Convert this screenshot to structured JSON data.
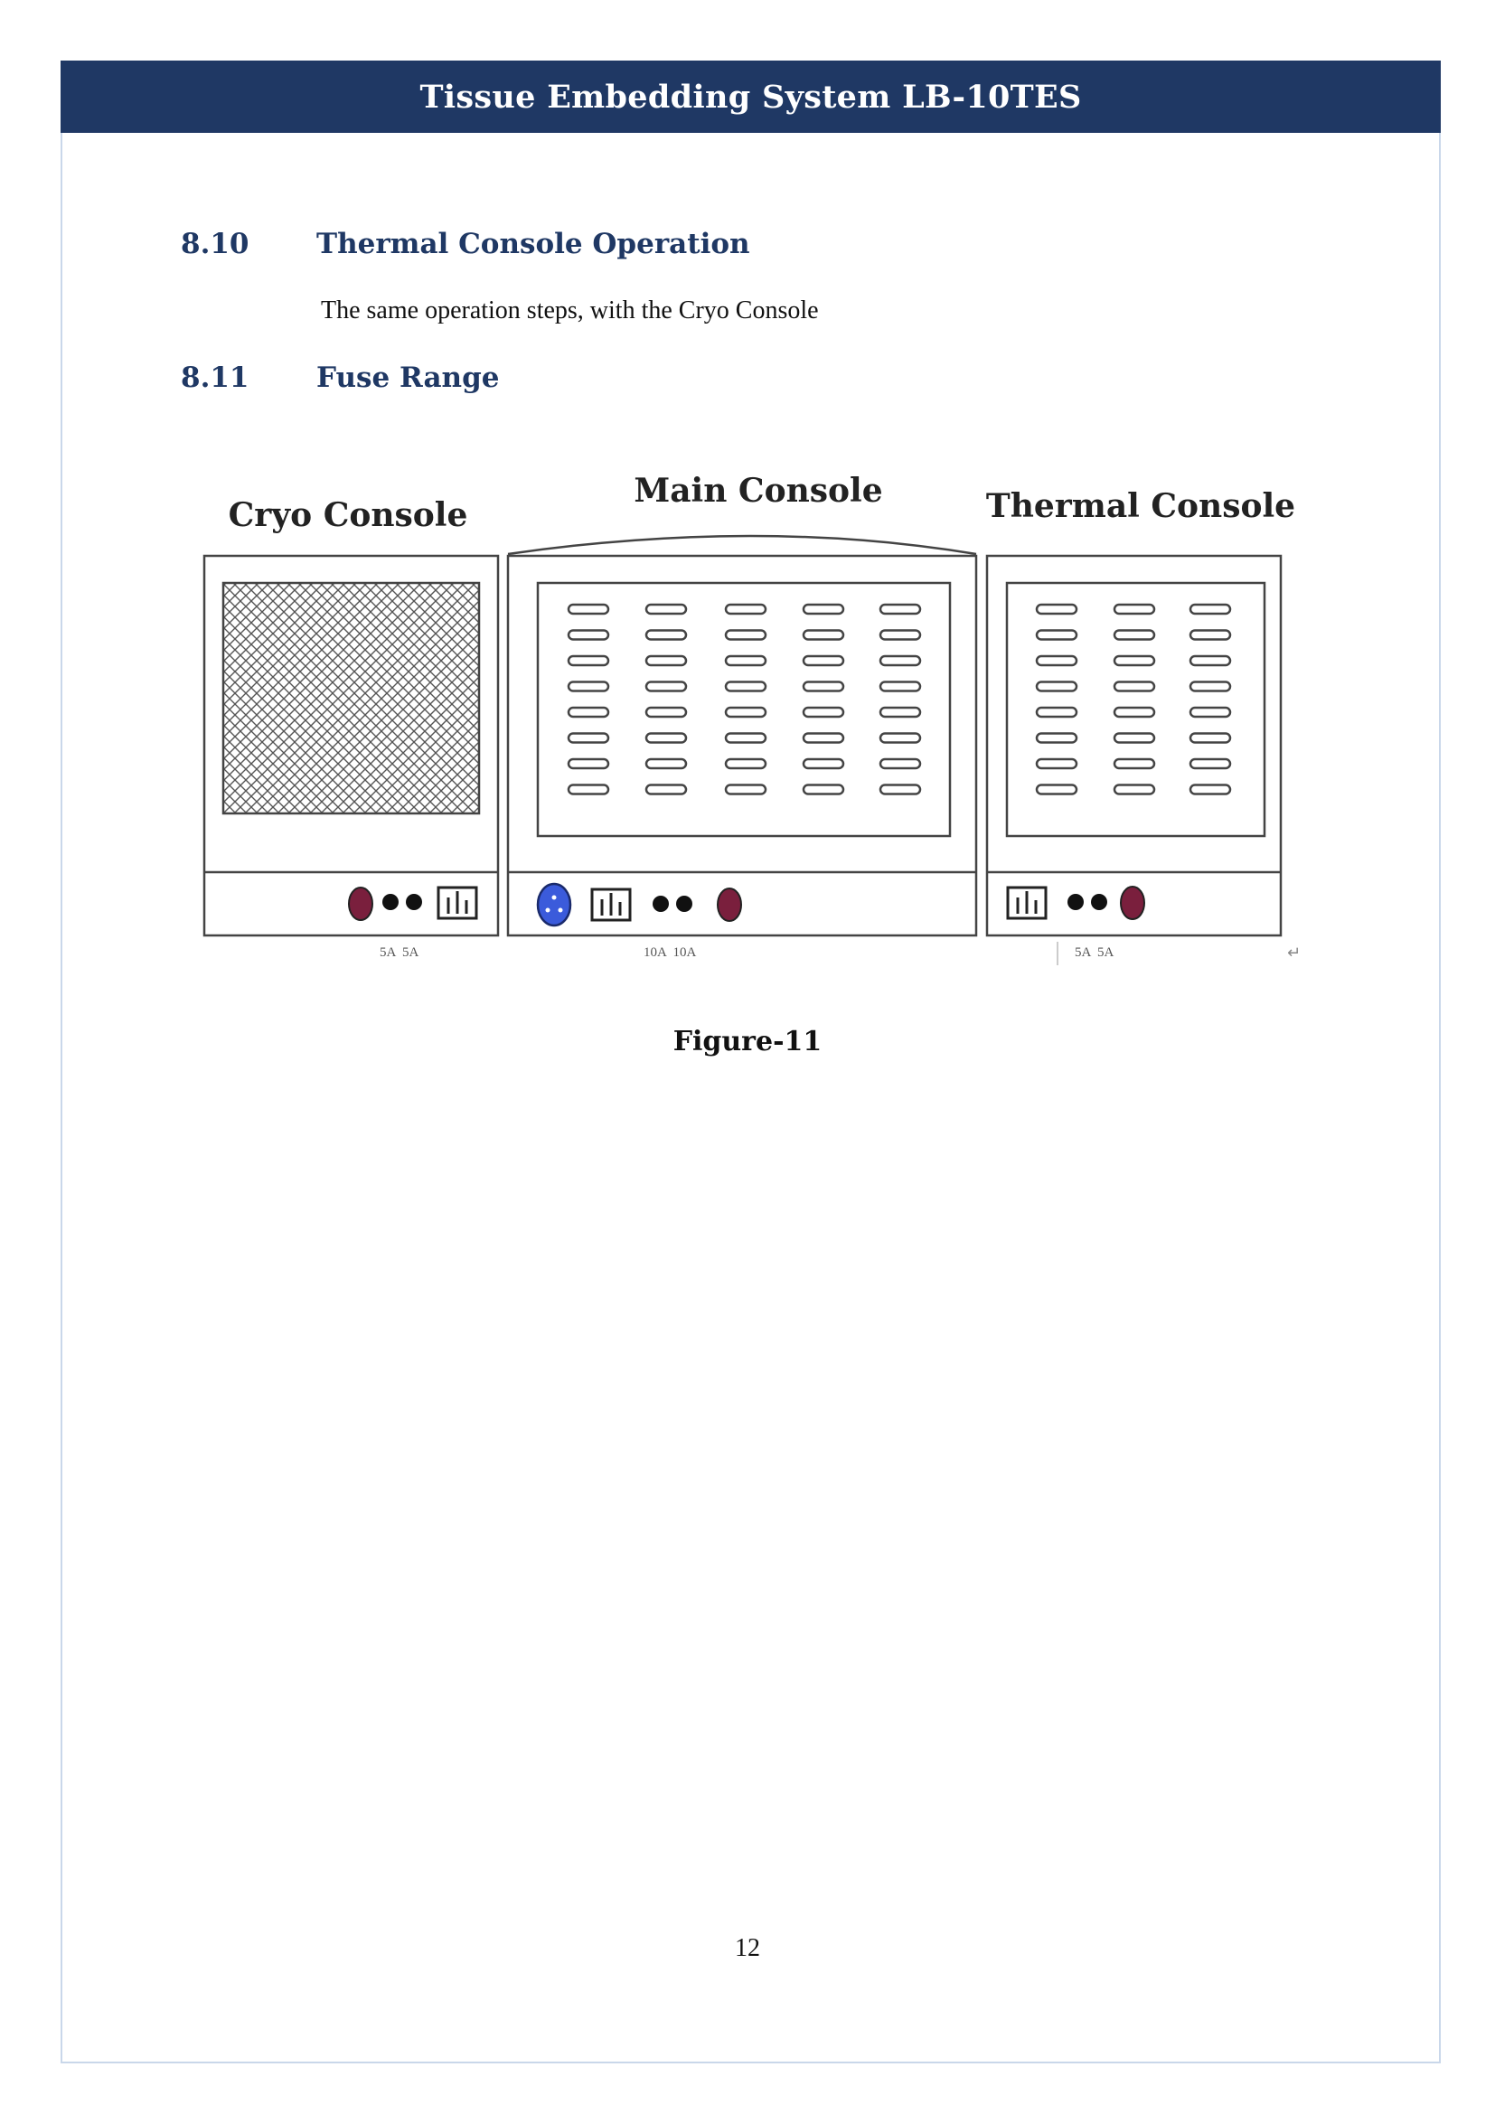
{
  "header": {
    "title": "Tissue Embedding System LB-10TES"
  },
  "sections": [
    {
      "number": "8.10",
      "title": "Thermal Console Operation",
      "text": "The same operation steps, with the Cryo Console"
    },
    {
      "number": "8.11",
      "title": "Fuse Range"
    }
  ],
  "figure": {
    "labels": {
      "cryo": "Cryo Console",
      "main": "Main Console",
      "thermal": "Thermal Console"
    },
    "fuses": {
      "cryo": "5A  5A",
      "main": "10A  10A",
      "thermal": "5A  5A"
    },
    "caption": "Figure-11",
    "colors": {
      "line": "#444444",
      "blue_socket": "#3b5bdb",
      "red_socket": "#7a1f3d"
    }
  },
  "footer": {
    "page_number": "12"
  }
}
